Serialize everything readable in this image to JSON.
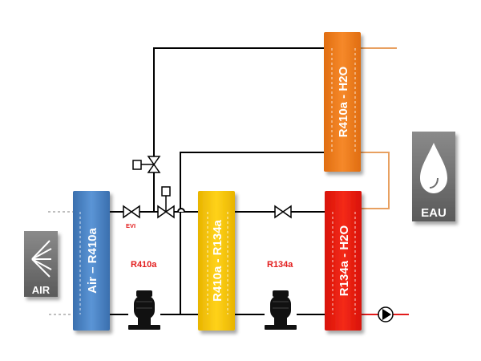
{
  "exchangers": {
    "air_r410a": {
      "label": "Air – R410a",
      "color": "#4a86c8"
    },
    "r410a_r134a": {
      "label": "R410a - R134a",
      "color": "#f5c400"
    },
    "r134a_h2o": {
      "label": "R134a - H2O",
      "color": "#e8180c"
    },
    "r410a_h2o": {
      "label": "R410a - H2O",
      "color": "#f07d1b"
    }
  },
  "circuits": {
    "r410a": {
      "label": "R410a"
    },
    "r134a": {
      "label": "R134a"
    }
  },
  "valves": {
    "evi": {
      "label": "EVI"
    }
  },
  "badges": {
    "air": {
      "label": "AIR",
      "icon": "air-flow-icon"
    },
    "eau": {
      "label": "EAU",
      "icon": "water-drop-icon"
    }
  },
  "colors": {
    "pipe": "#000000",
    "water_pipe": "#e8a060",
    "hot_water_out": "#e21b1b",
    "badge_bg": "#6e6e6e"
  }
}
